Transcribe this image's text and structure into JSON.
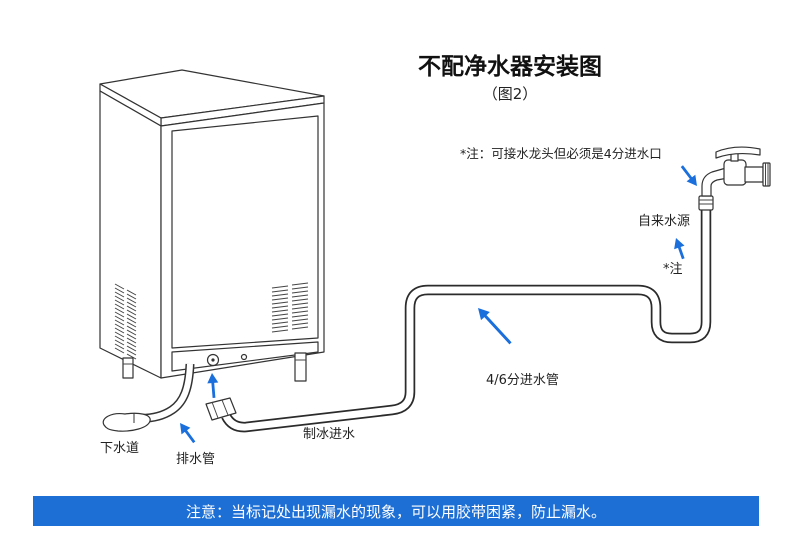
{
  "title": "不配净水器安装图",
  "subtitle": "（图2）",
  "labels": {
    "faucet_note": "*注：可接水龙头但必须是4分进水口",
    "tap_water_source": "自来水源",
    "marker_note": "*注",
    "inlet_hose": "4/6分进水管",
    "ice_water_inlet": "制冰进水",
    "sewer": "下水道",
    "drain_hose": "排水管"
  },
  "banner": {
    "text": "注意：当标记处出现漏水的现象，可以用胶带困紧，防止漏水。"
  },
  "icons": [
    "faucet-icon",
    "pointer-arrow-icon"
  ],
  "colors": {
    "accent": "#1a6fdc",
    "banner_bg": "#1e6fd5",
    "banner_text": "#ffffff",
    "line": "#333333"
  }
}
